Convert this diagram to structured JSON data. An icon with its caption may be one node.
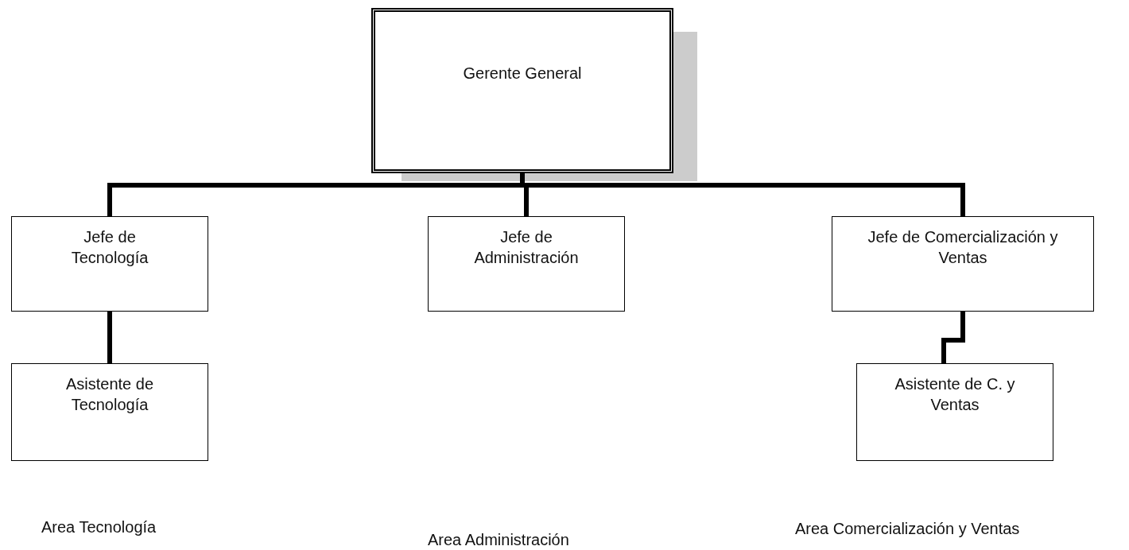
{
  "diagram": {
    "nodes": [
      {
        "text": [
          "Gerente General"
        ]
      },
      {
        "text": [
          "Jefe de Tecnología"
        ]
      },
      {
        "text": [
          "Jefe de Administración"
        ]
      },
      {
        "text": [
          "Jefe de Comercialización y Ventas"
        ]
      },
      {
        "text": [
          "Asistente de Tecnología"
        ]
      },
      {
        "text": [
          "Asistente de C. y Ventas"
        ]
      }
    ],
    "edges": [
      {
        "from": 0,
        "to": 1,
        "arrow": "none"
      },
      {
        "from": 0,
        "to": 2,
        "arrow": "none"
      },
      {
        "from": 0,
        "to": 3,
        "arrow": "none"
      },
      {
        "from": 1,
        "to": 4,
        "arrow": "none"
      },
      {
        "from": 3,
        "to": 5,
        "arrow": "none"
      }
    ],
    "labels": [
      "Area Tecnología",
      "Area Administración",
      "Area Comercialización y Ventas"
    ]
  }
}
